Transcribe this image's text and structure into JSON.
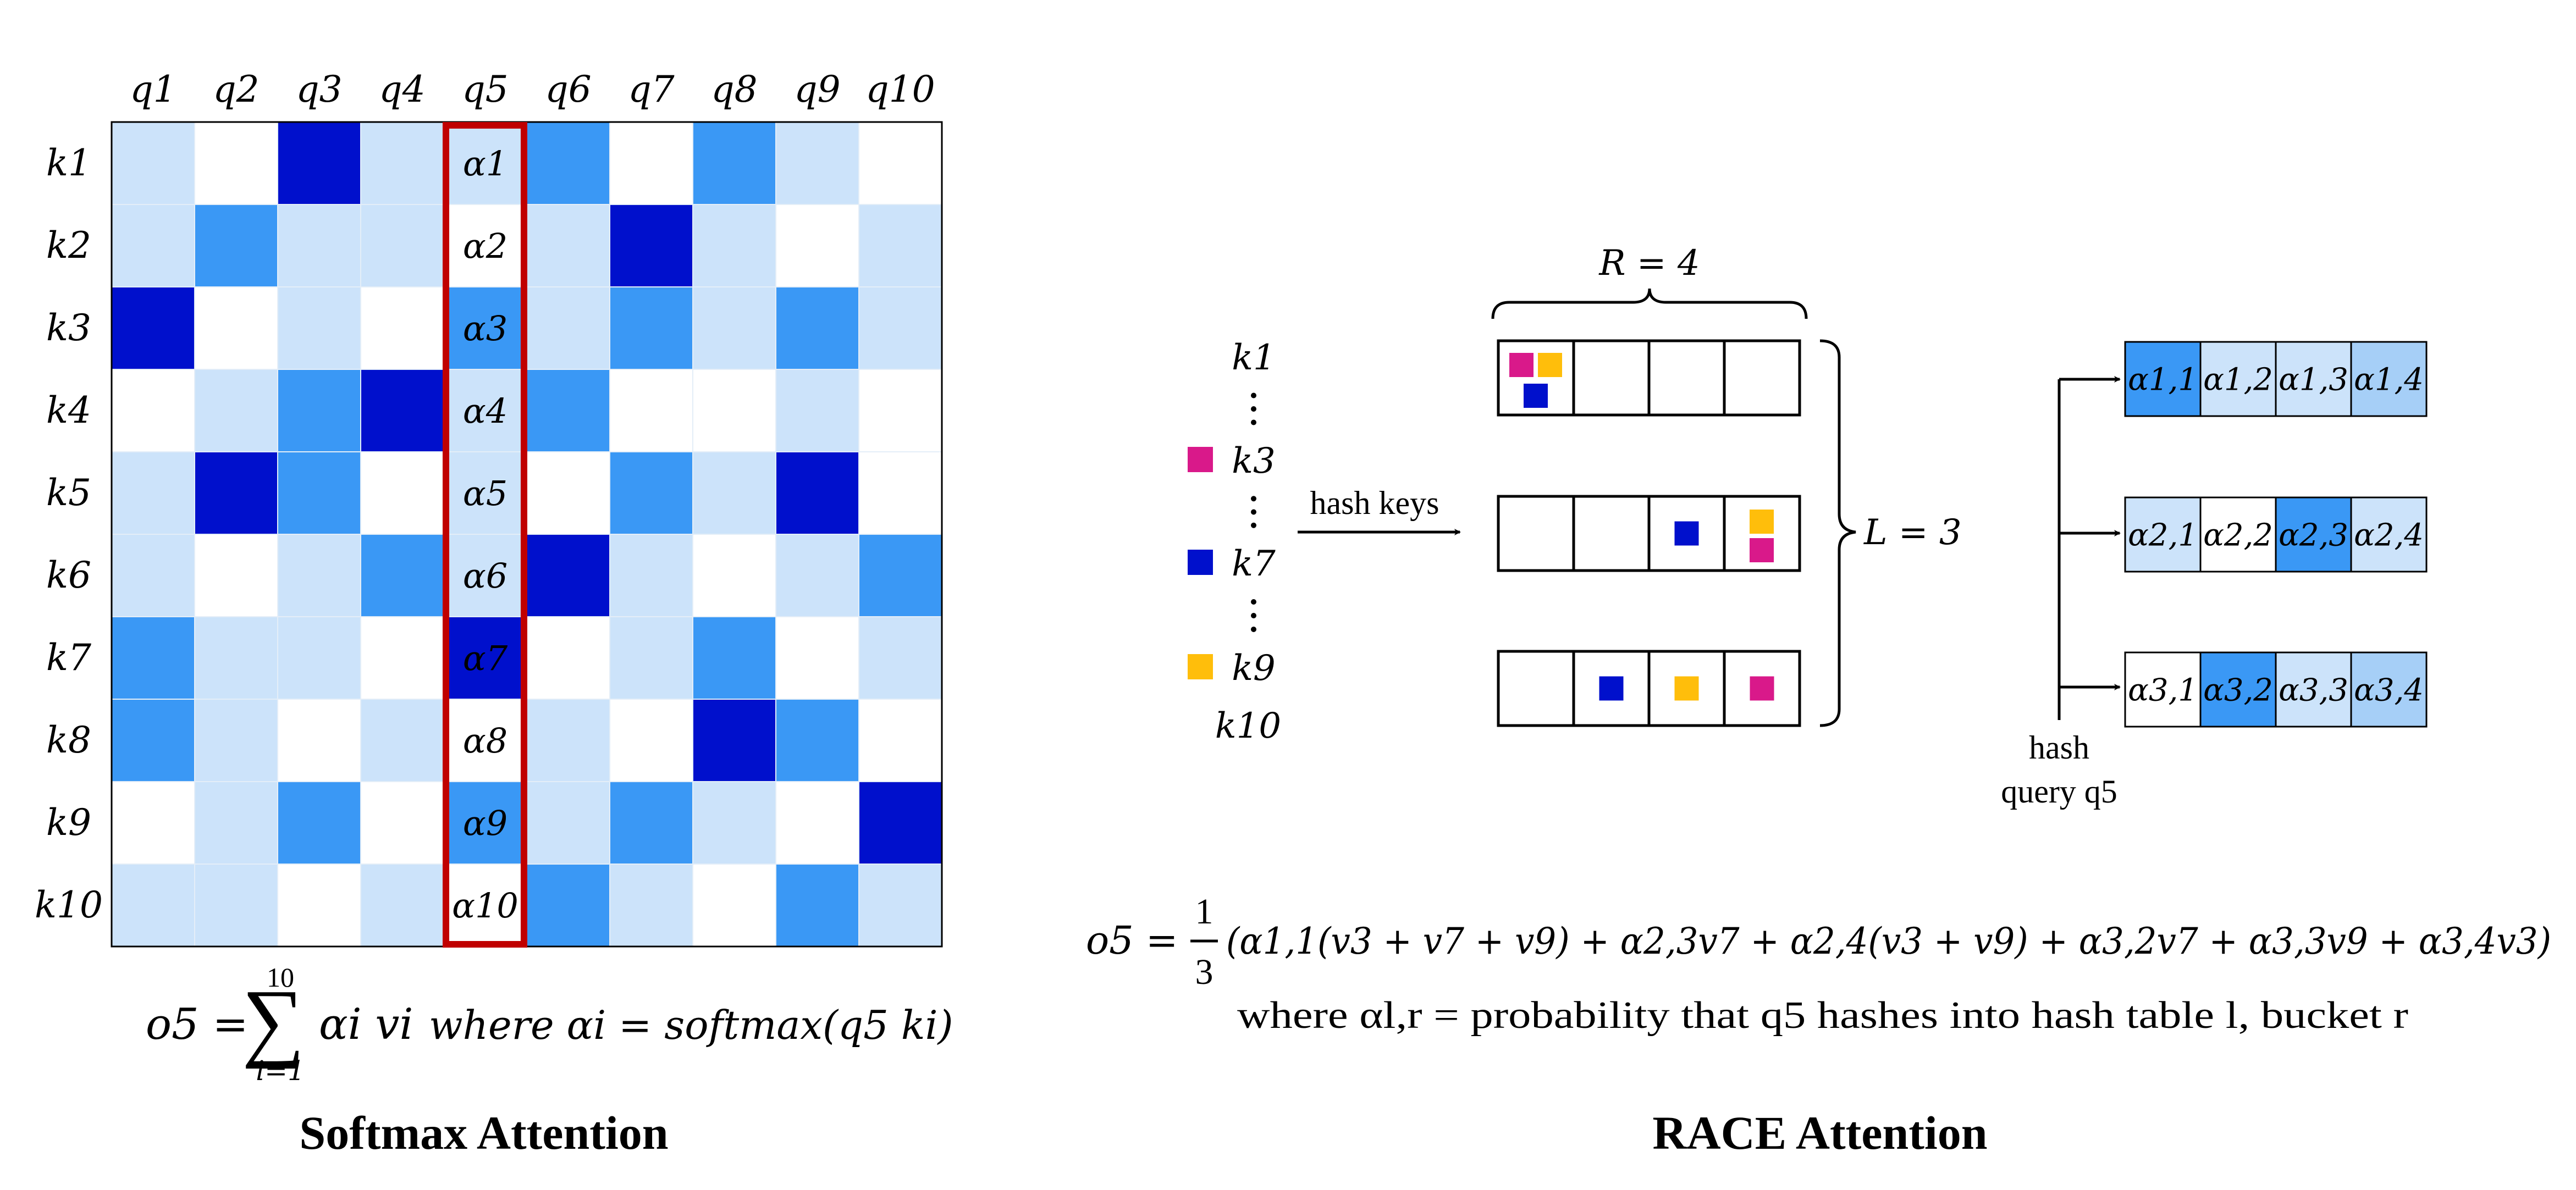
{
  "softmax": {
    "title": "Softmax Attention",
    "query_labels": [
      "q1",
      "q2",
      "q3",
      "q4",
      "q5",
      "q6",
      "q7",
      "q8",
      "q9",
      "q10"
    ],
    "key_labels": [
      "k1",
      "k2",
      "k3",
      "k4",
      "k5",
      "k6",
      "k7",
      "k8",
      "k9",
      "k10"
    ],
    "alpha_labels": [
      "α1",
      "α2",
      "α3",
      "α4",
      "α5",
      "α6",
      "α7",
      "α8",
      "α9",
      "α10"
    ],
    "highlighted_column": "q5",
    "highlight_color": "#c00000",
    "shade_colors": [
      "#ffffff",
      "#cce3fa",
      "#3a98f5",
      "#0010cc"
    ],
    "shade_grid": [
      [
        1,
        0,
        3,
        1,
        1,
        2,
        0,
        2,
        1,
        0
      ],
      [
        1,
        2,
        1,
        1,
        0,
        1,
        3,
        1,
        0,
        1
      ],
      [
        3,
        0,
        1,
        0,
        2,
        1,
        2,
        1,
        2,
        1
      ],
      [
        0,
        1,
        2,
        3,
        1,
        2,
        0,
        0,
        1,
        0
      ],
      [
        1,
        3,
        2,
        0,
        1,
        0,
        2,
        1,
        3,
        0
      ],
      [
        1,
        0,
        1,
        2,
        1,
        3,
        1,
        0,
        1,
        2
      ],
      [
        2,
        1,
        1,
        0,
        3,
        0,
        1,
        2,
        0,
        1
      ],
      [
        2,
        1,
        0,
        1,
        0,
        1,
        0,
        3,
        2,
        0
      ],
      [
        0,
        1,
        2,
        0,
        2,
        1,
        2,
        1,
        0,
        3
      ],
      [
        1,
        1,
        0,
        1,
        0,
        2,
        1,
        0,
        2,
        1
      ]
    ],
    "formula_lhs": "o5 = ",
    "sum_top": "10",
    "sum_bottom": "i=1",
    "formula_term": "αi vi",
    "formula_where": "where αi = softmax(q5 ki)"
  },
  "race": {
    "title": "RACE Attention",
    "R_label": "R = 4",
    "L_label": "L = 3",
    "hash_keys_label": "hash keys",
    "hash_query_line1": "hash",
    "hash_query_line2": "query q5",
    "keys": [
      {
        "label": "k1",
        "marker": null
      },
      {
        "label": "k3",
        "marker": "magenta"
      },
      {
        "label": "k7",
        "marker": "blue"
      },
      {
        "label": "k9",
        "marker": "yellow"
      },
      {
        "label": "k10",
        "marker": null
      }
    ],
    "marker_colors": {
      "magenta": "#d9198a",
      "blue": "#0010cc",
      "yellow": "#ffbe0b"
    },
    "tables": [
      {
        "buckets": [
          [
            "magenta",
            "yellow",
            "blue"
          ],
          [],
          [],
          []
        ]
      },
      {
        "buckets": [
          [],
          [],
          [
            "blue"
          ],
          [
            "yellow",
            "magenta"
          ]
        ]
      },
      {
        "buckets": [
          [],
          [
            "blue"
          ],
          [
            "yellow"
          ],
          [
            "magenta"
          ]
        ]
      }
    ],
    "alpha_tables": [
      {
        "labels": [
          "α1,1",
          "α1,2",
          "α1,3",
          "α1,4"
        ],
        "shades": [
          "#3a98f5",
          "#cce3fa",
          "#cce3fa",
          "#a6cff7"
        ]
      },
      {
        "labels": [
          "α2,1",
          "α2,2",
          "α2,3",
          "α2,4"
        ],
        "shades": [
          "#cce3fa",
          "#ffffff",
          "#3a98f5",
          "#cce3fa"
        ]
      },
      {
        "labels": [
          "α3,1",
          "α3,2",
          "α3,3",
          "α3,4"
        ],
        "shades": [
          "#ffffff",
          "#3a98f5",
          "#cce3fa",
          "#a6cff7"
        ]
      }
    ],
    "formula_lhs": "o5 =",
    "formula_frac_num": "1",
    "formula_frac_den": "3",
    "formula_rhs": "(α1,1(v3 + v7 + v9) + α2,3v7 + α2,4(v3 + v9) + α3,2v7 + α3,3v9 + α3,4v3)",
    "formula_where": "where αl,r = probability that q5 hashes into hash table l, bucket r"
  }
}
